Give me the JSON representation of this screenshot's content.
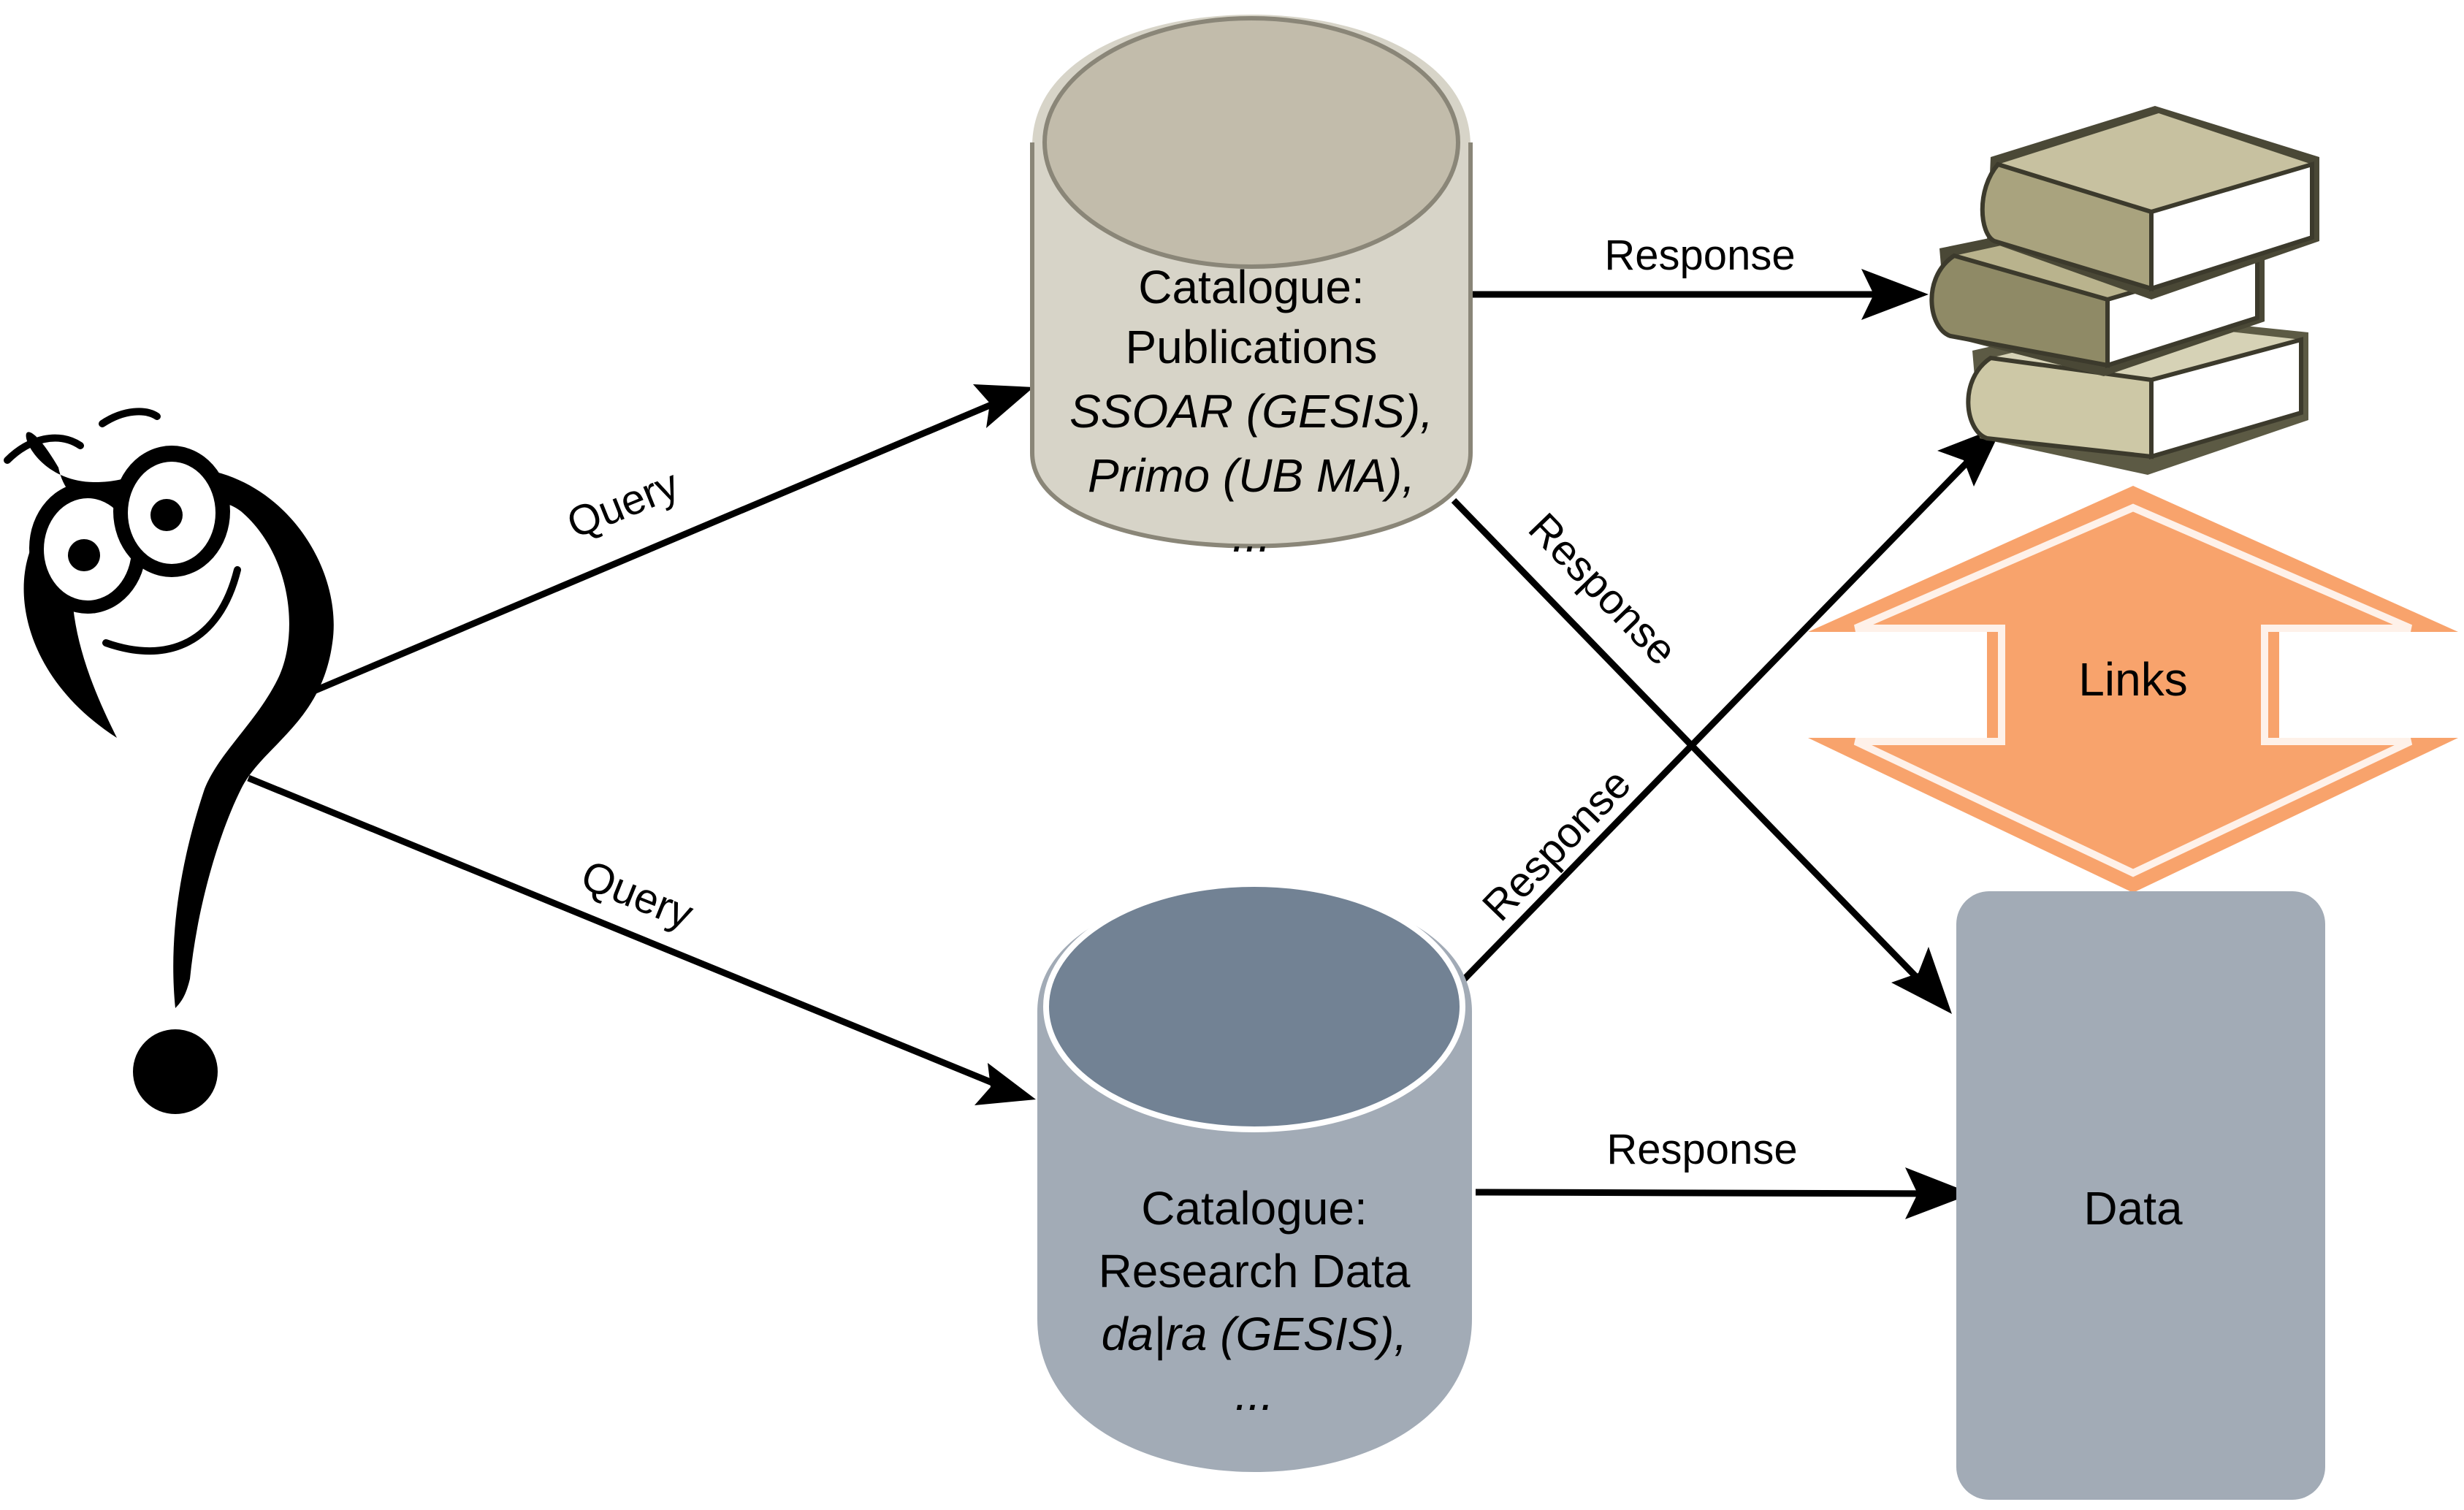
{
  "user": {
    "icon": "question-mark-character-icon"
  },
  "publications_catalogue": {
    "title_line1": "Catalogue:",
    "title_line2": "Publications",
    "examples_line1": "SSOAR (GESIS),",
    "examples_line2": "Primo (UB MA),",
    "examples_line3": "...",
    "fill_color": "#d7d4c8",
    "top_color": "#c2bcab"
  },
  "research_data_catalogue": {
    "title_line1": "Catalogue:",
    "title_line2": "Research Data",
    "examples_line1": "da|ra (GESIS),",
    "examples_line2": "...",
    "fill_color": "#a2abb6",
    "top_color": "#728294"
  },
  "edges": {
    "query_to_publications": "Query",
    "query_to_research_data": "Query",
    "publications_to_books": "Response",
    "publications_to_data": "Response",
    "research_data_to_books": "Response",
    "research_data_to_data": "Response"
  },
  "books": {
    "icon": "books-stack-icon"
  },
  "links_arrow": {
    "label": "Links",
    "color": "#f8a36c"
  },
  "data_box": {
    "label": "Data",
    "color": "#a2abb6"
  }
}
